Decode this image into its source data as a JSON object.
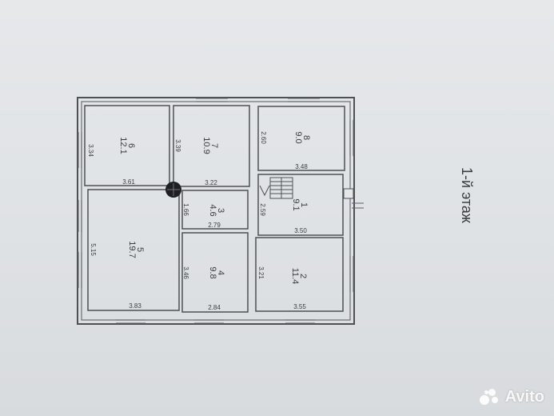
{
  "floor_title": "1-й этаж",
  "rooms": [
    {
      "number": "6",
      "area": "12.1"
    },
    {
      "number": "7",
      "area": "10.9"
    },
    {
      "number": "8",
      "area": "9.0"
    },
    {
      "number": "5",
      "area": "19.7"
    },
    {
      "number": "3",
      "area": "4.6"
    },
    {
      "number": "1",
      "area": "9.1"
    },
    {
      "number": "4",
      "area": "9.8"
    },
    {
      "number": "2",
      "area": "11.4"
    }
  ],
  "dimensions": {
    "r6_side": "3.34",
    "r6_bottom": "3.61",
    "r7_side": "3.39",
    "r7_bottom": "3.22",
    "r8_side": "2.60",
    "r8_bottom": "3.48",
    "r3_side": "1.66",
    "r3_bottom": "2.79",
    "r1_side": "2.59",
    "r1_bottom": "3.50",
    "r5_side": "5.15",
    "r5_bottom": "3.83",
    "r4_side": "3.46",
    "r4_bottom": "2.84",
    "r2_side": "3.21",
    "r2_bottom": "3.55"
  },
  "watermark": "Avito"
}
